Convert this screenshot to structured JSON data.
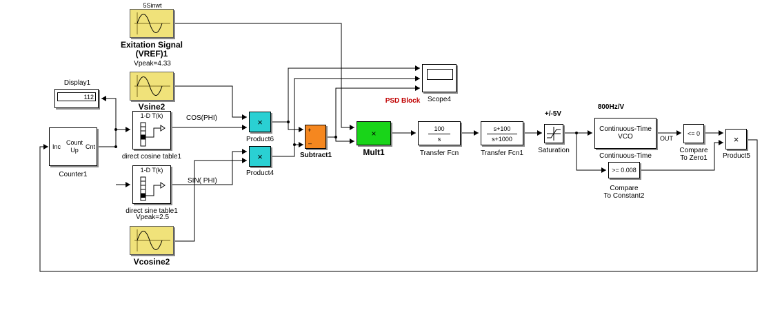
{
  "blocks": {
    "exitation_signal": {
      "top": "5Sinwt",
      "name": "Exitation Signal\n(VREF)1"
    },
    "vsine2": {
      "top": "Vpeak=4.33",
      "name": "Vsine2"
    },
    "vcosine2": {
      "top": "Vpeak=2.5",
      "name": "Vcosine2"
    },
    "display1": {
      "name": "Display1",
      "value": "112"
    },
    "counter1": {
      "name": "Counter1",
      "in_port": "Inc",
      "body": "Count\nUp",
      "out_port": "Cnt"
    },
    "cos_table": {
      "name": "direct cosine table1",
      "header": "1-D T(k)"
    },
    "sin_table": {
      "name": "direct sine table1",
      "header": "1-D T(k)"
    },
    "product6": {
      "name": "Product6",
      "symbol": "×"
    },
    "product4": {
      "name": "Product4",
      "symbol": "×"
    },
    "subtract1": {
      "name": "Subtract1",
      "plus": "+",
      "minus": "–"
    },
    "mult1": {
      "name": "Mult1",
      "symbol": "×"
    },
    "scope4": {
      "name": "Scope4"
    },
    "psd_block": {
      "text": "PSD Block"
    },
    "transfer_fcn": {
      "name": "Transfer Fcn",
      "num": "100",
      "den": "s"
    },
    "transfer_fcn1": {
      "name": "Transfer Fcn1",
      "num": "s+100",
      "den": "s+1000"
    },
    "saturation": {
      "name": "Saturation",
      "top": "+/-5V"
    },
    "vco": {
      "name": "Continuous-Time",
      "body": "Continuous-Time\nVCO",
      "top": "800Hz/V",
      "out_port": "OUT"
    },
    "compare_zero": {
      "name": "Compare\nTo Zero1",
      "body": "<= 0"
    },
    "compare_const": {
      "name": "Compare\nTo Constant2",
      "body": ">= 0.008"
    },
    "product5": {
      "name": "Product5",
      "symbol": "×"
    }
  },
  "signals": {
    "cos_phi": "COS(PHI)",
    "sin_phi": "SIN( PHI)"
  }
}
